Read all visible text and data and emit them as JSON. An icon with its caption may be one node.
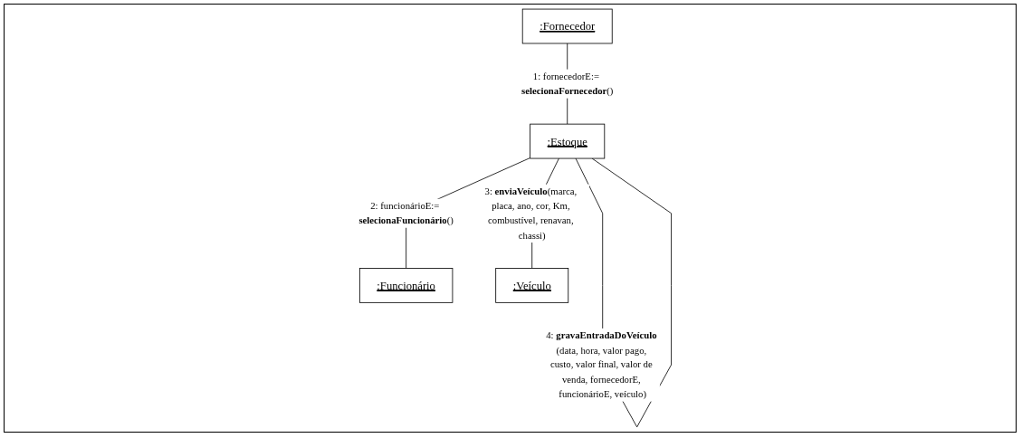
{
  "diagram": {
    "nodes": [
      {
        "text": [
          ":Fornecedor"
        ]
      },
      {
        "text": [
          ":Estoque"
        ]
      },
      {
        "text": [
          ":Funcionário"
        ]
      },
      {
        "text": [
          ":Veículo"
        ]
      }
    ],
    "edges": [
      {
        "from": 0,
        "to": 1,
        "arrow": "none",
        "label": "1: fornecedorE:= **selecionaFornecedor**()"
      },
      {
        "from": 1,
        "to": 2,
        "arrow": "none",
        "label": "2: funcionárioE:= **selecionaFuncionário**()"
      },
      {
        "from": 1,
        "to": 3,
        "arrow": "none",
        "label": "3: **enviaVeículo**(marca, placa, ano, cor, Km, combustível, renavan, chassi)"
      },
      {
        "from": 1,
        "to": 1,
        "arrow": "none",
        "label": "4: **gravaEntradaDoVeículo** (data, hora, valor pago, custo, valor final, valor de venda, fornecedorE, funcionárioE, veículo)"
      }
    ]
  }
}
